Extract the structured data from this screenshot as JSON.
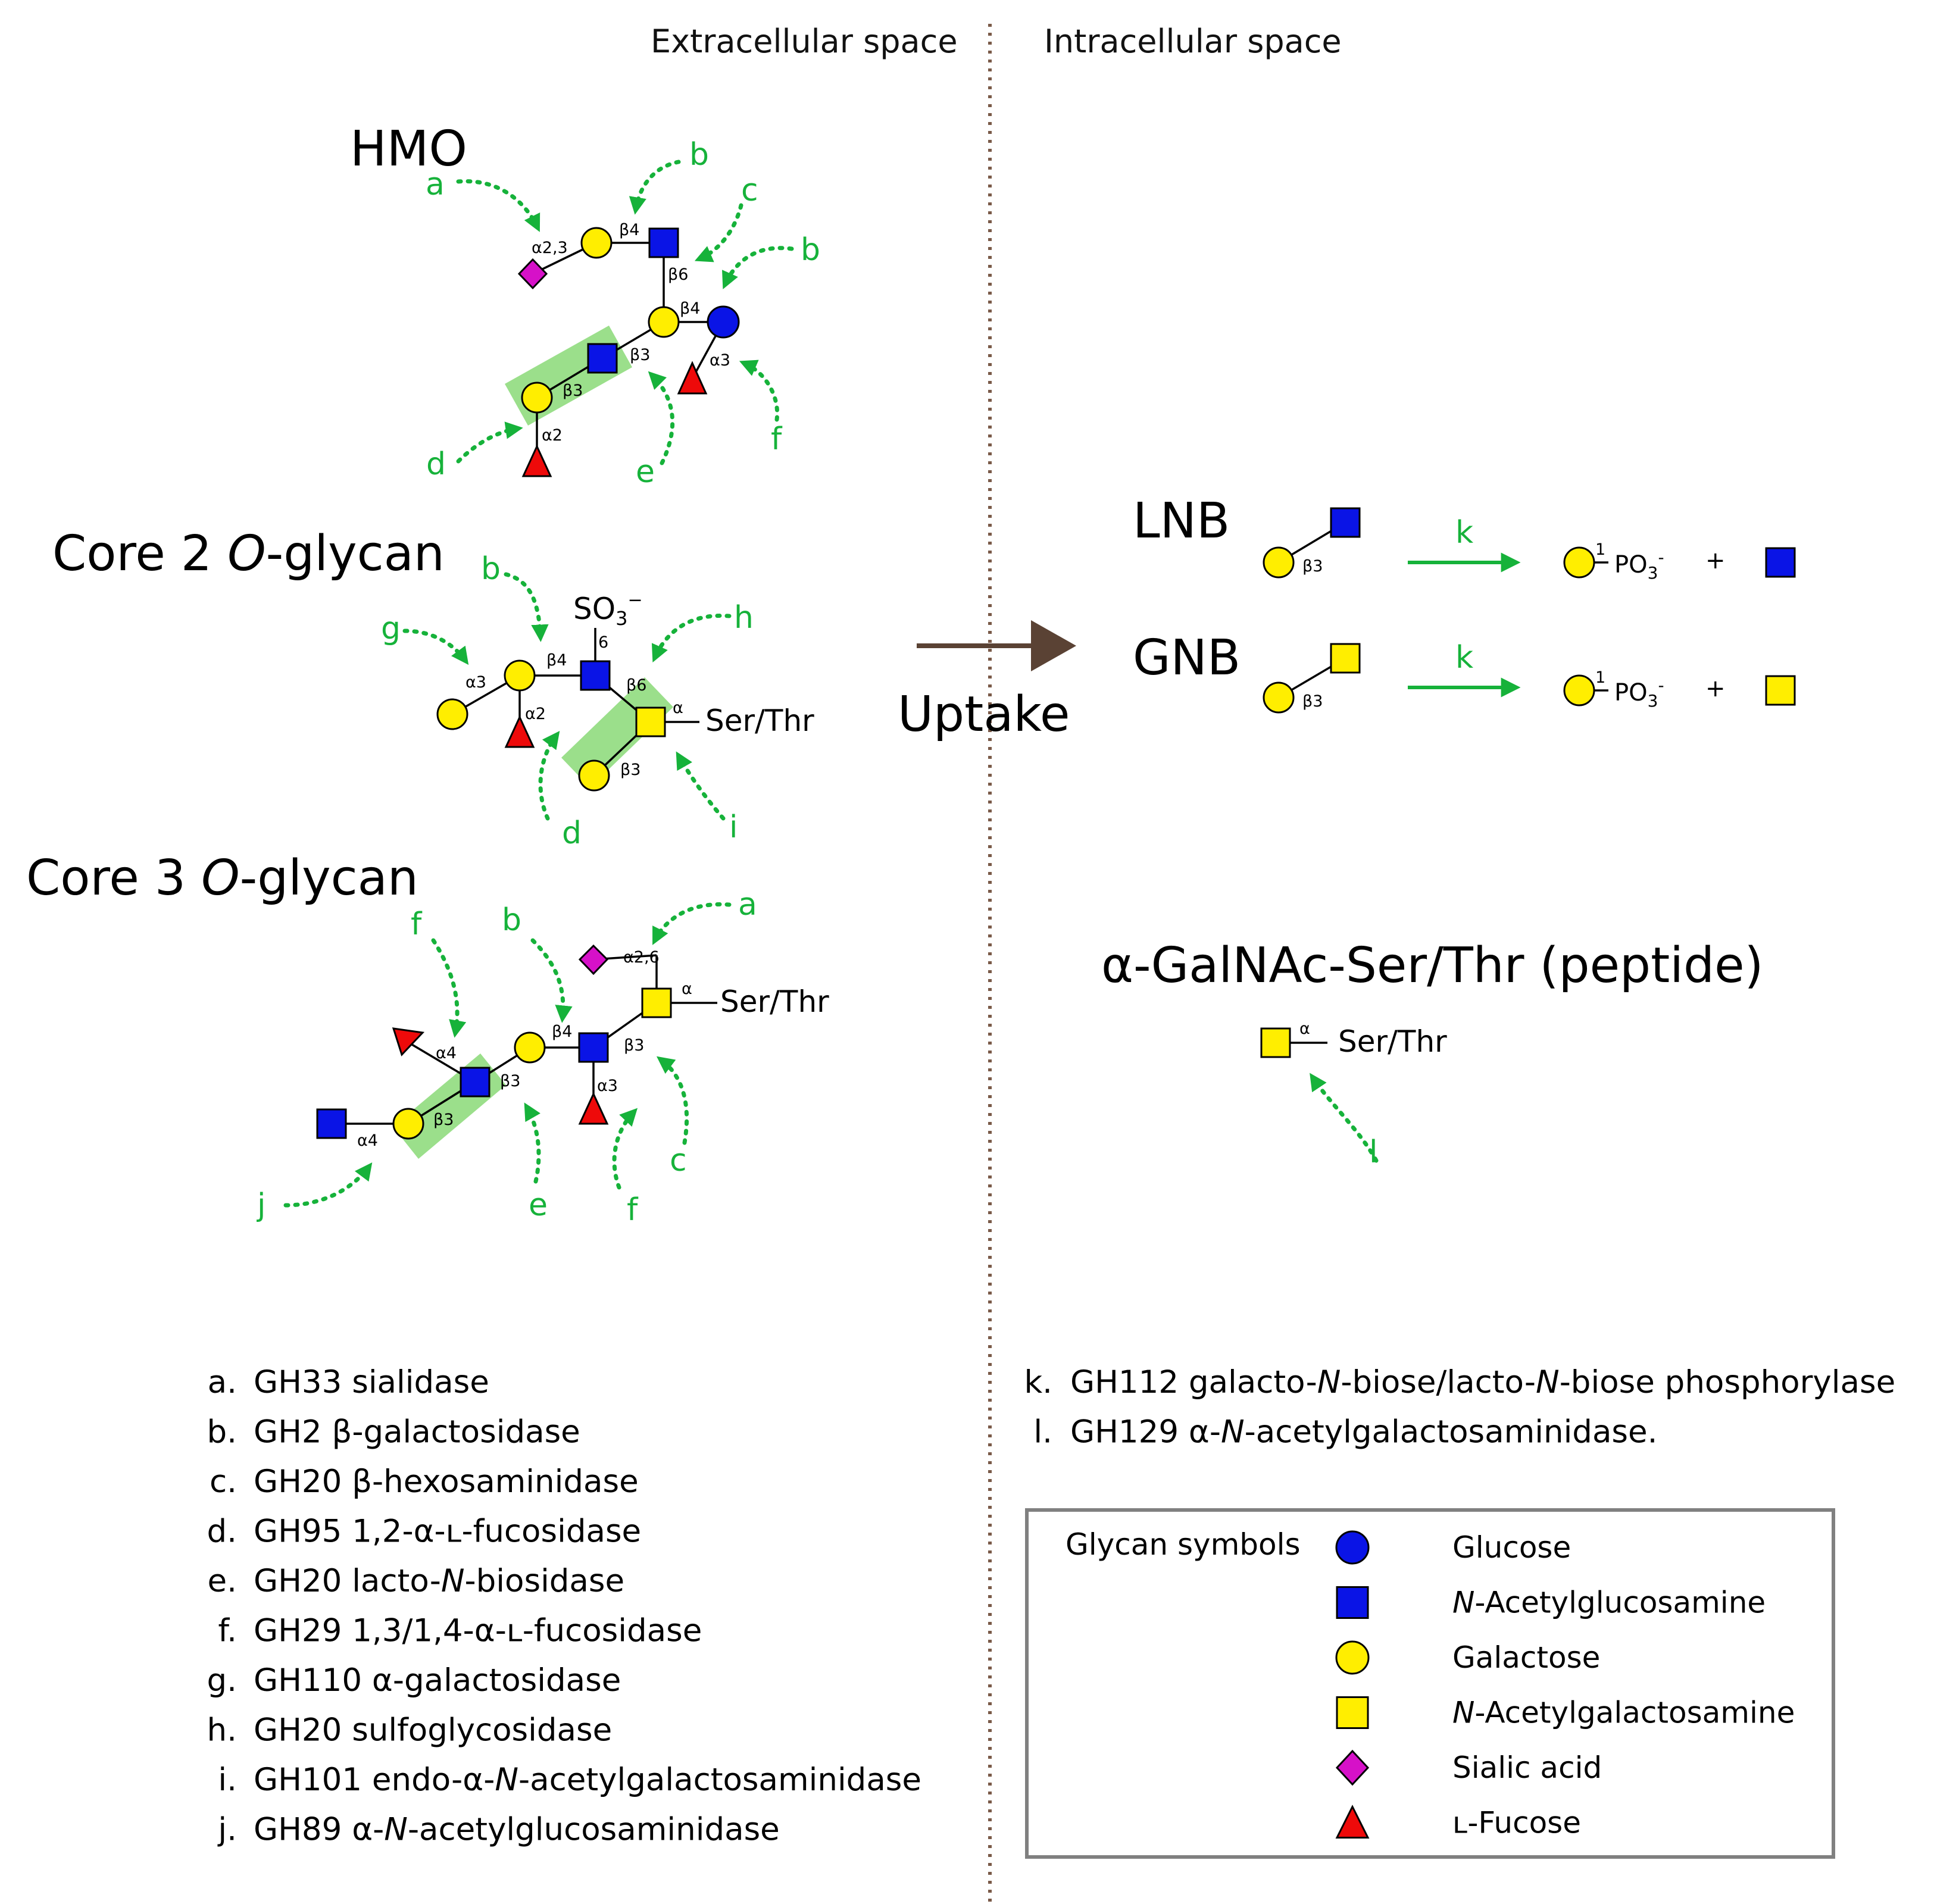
{
  "headers": {
    "extracellular": "Extracellular space",
    "intracellular": "Intracellular space"
  },
  "titles": {
    "hmo": "HMO",
    "core2_prefix": "Core 2 ",
    "core2_o": "O",
    "core2_suffix": "-glycan",
    "core3_prefix": "Core 3 ",
    "core3_o": "O",
    "core3_suffix": "-glycan",
    "lnb": "LNB",
    "gnb": "GNB",
    "galnac": "α-GalNAc-Ser/Thr (peptide)"
  },
  "uptake": "Uptake",
  "substituents": {
    "so3": "SO",
    "so3_sub": "3",
    "so3_sup": "−",
    "so3_pos": "6",
    "ser_thr": "Ser/Thr"
  },
  "products": {
    "pos1": "1",
    "po3": "PO",
    "po3_sub": "3",
    "po3_sup": "-",
    "plus": "+"
  },
  "linkages": {
    "a23": "α2,3",
    "b4": "β4",
    "b6": "β6",
    "b3": "β3",
    "a3": "α3",
    "a2": "α2",
    "a": "α",
    "a26": "α2,6",
    "a4": "α4"
  },
  "enzyme_letters": {
    "a": "a",
    "b": "b",
    "c": "c",
    "d": "d",
    "e": "e",
    "f": "f",
    "g": "g",
    "h": "h",
    "i": "i",
    "j": "j",
    "k": "k",
    "l": "l"
  },
  "enzymes_left": [
    {
      "mark": "a.",
      "parts": [
        "GH33 sialidase"
      ]
    },
    {
      "mark": "b.",
      "parts": [
        "GH2 β-galactosidase"
      ]
    },
    {
      "mark": "c.",
      "parts": [
        "GH20 β-hexosaminidase"
      ]
    },
    {
      "mark": "d.",
      "parts": [
        "GH95 1,2-α-ʟ-fucosidase"
      ]
    },
    {
      "mark": "e.",
      "parts": [
        "GH20 lacto-",
        "N",
        "-biosidase"
      ]
    },
    {
      "mark": "f.",
      "parts": [
        "GH29 1,3/1,4-α-ʟ-fucosidase"
      ]
    },
    {
      "mark": "g.",
      "parts": [
        "GH110 α-galactosidase"
      ]
    },
    {
      "mark": "h.",
      "parts": [
        "GH20 sulfoglycosidase"
      ]
    },
    {
      "mark": "i.",
      "parts": [
        "GH101 endo-α-",
        "N",
        "-acetylgalactosaminidase"
      ]
    },
    {
      "mark": "j.",
      "parts": [
        "GH89 α-",
        "N",
        "-acetylglucosaminidase"
      ]
    }
  ],
  "enzymes_right": [
    {
      "mark": "k.",
      "parts": [
        "GH112 galacto-",
        "N",
        "-biose/lacto-",
        "N",
        "-biose phosphorylase"
      ]
    },
    {
      "mark": "l.",
      "parts": [
        "GH129 α-",
        "N",
        "-acetylgalactosaminidase."
      ]
    }
  ],
  "legend": {
    "title": "Glycan symbols",
    "items": [
      {
        "shape": "circle",
        "color": "#0a14e6",
        "parts": [
          "Glucose"
        ]
      },
      {
        "shape": "square",
        "color": "#0a14e6",
        "parts": [
          "N",
          "-Acetylglucosamine"
        ]
      },
      {
        "shape": "circle",
        "color": "#ffee00",
        "parts": [
          "Galactose"
        ]
      },
      {
        "shape": "square",
        "color": "#ffee00",
        "parts": [
          "N",
          "-Acetylgalactosamine"
        ]
      },
      {
        "shape": "diamond",
        "color": "#d611c8",
        "parts": [
          "Sialic acid"
        ]
      },
      {
        "shape": "triangle",
        "color": "#ee0a0a",
        "parts": [
          "ʟ-Fucose"
        ]
      }
    ]
  },
  "colors": {
    "glc": "#0a14e6",
    "glcnac": "#0a14e6",
    "gal": "#ffee00",
    "galnac": "#ffee00",
    "sia": "#d611c8",
    "fuc": "#ee0a0a",
    "enzyme": "#16b23a",
    "highlight": "#9bdf8b",
    "uptake_arrow": "#5a4234",
    "divider": "#7a5a48",
    "legend_border": "#808080"
  }
}
